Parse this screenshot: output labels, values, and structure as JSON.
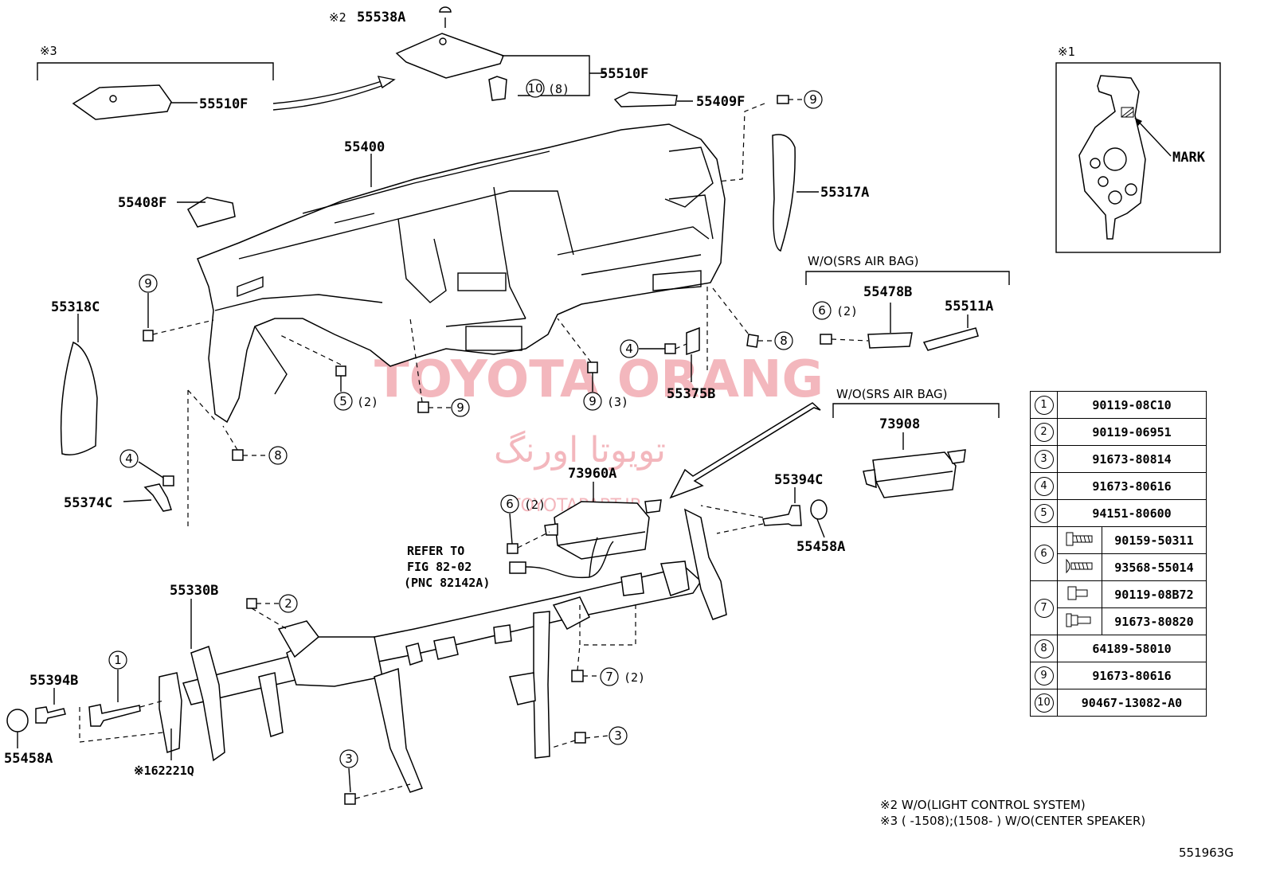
{
  "labels": {
    "note2_top": "※2",
    "p55538A": "55538A",
    "note3_mark": "※3",
    "p55510F_left": "55510F",
    "p55510F_right": "55510F",
    "qty_10": "(8)",
    "p55409F": "55409F",
    "p55400": "55400",
    "p55408F": "55408F",
    "p55317A": "55317A",
    "note1_mark": "※1",
    "mark": "MARK",
    "wo_srs_1": "W/O(SRS AIR BAG)",
    "p55478B": "55478B",
    "p55511A": "55511A",
    "qty_6a": "(2)",
    "p55318C": "55318C",
    "qty_5": "(2)",
    "qty_9": "(3)",
    "p55375B": "55375B",
    "wo_srs_2": "W/O(SRS AIR BAG)",
    "p73908": "73908",
    "p55374C": "55374C",
    "p73960A": "73960A",
    "qty_6b": "(2)",
    "p55394C": "55394C",
    "p55458A_right": "55458A",
    "refer_1": "REFER TO",
    "refer_2": "FIG 82-02",
    "refer_3": "(PNC 82142A)",
    "p55330B": "55330B",
    "p55394B": "55394B",
    "p55458A_left": "55458A",
    "p162221Q": "※162221Q",
    "qty_7": "(2)",
    "footnote_2": "※2 W/O(LIGHT CONTROL SYSTEM)",
    "footnote_3": "※3 (        -1508);(1508-        ) W/O(CENTER SPEAKER)",
    "figure_code": "551963G"
  },
  "watermark": {
    "line1": "TOYOTA ORANG",
    "line2": "تویوتا اورنگ",
    "line3": "TOYOTAPART.IR",
    "color": "#f0a0a8"
  },
  "legend": [
    {
      "num": "1",
      "part": "90119-08C10"
    },
    {
      "num": "2",
      "part": "90119-06951"
    },
    {
      "num": "3",
      "part": "91673-80814"
    },
    {
      "num": "4",
      "part": "91673-80616"
    },
    {
      "num": "5",
      "part": "94151-80600"
    },
    {
      "num": "6",
      "part_a": "90159-50311",
      "part_b": "93568-55014"
    },
    {
      "num": "7",
      "part_a": "90119-08B72",
      "part_b": "91673-80820"
    },
    {
      "num": "8",
      "part": "64189-58010"
    },
    {
      "num": "9",
      "part": "91673-80616"
    },
    {
      "num": "10",
      "part": "90467-13082-A0"
    }
  ]
}
